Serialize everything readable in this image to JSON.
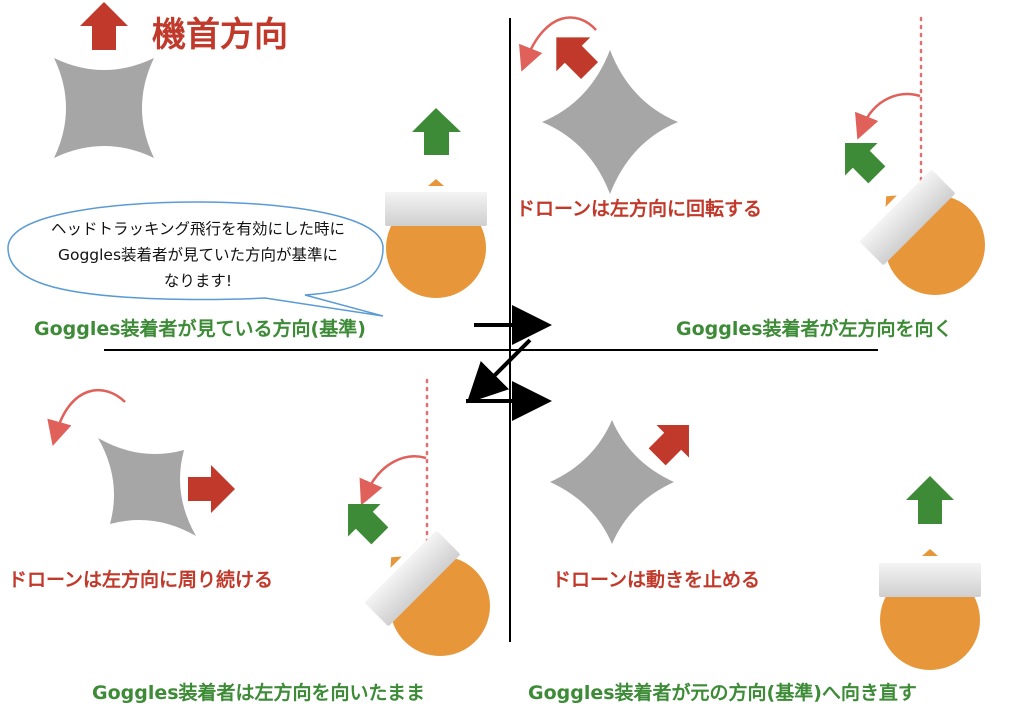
{
  "title": "機首方向",
  "bubble": {
    "lines": [
      "ヘッドトラッキング飛行を有効にした時に",
      "Goggles装着者が見ていた方向が基準に",
      "なります!"
    ]
  },
  "panels": {
    "top_left": {
      "caption": "Goggles装着者が見ている方向(基準)"
    },
    "top_right": {
      "drone_caption": "ドローンは左方向に回転する",
      "caption": "Goggles装着者が左方向を向く"
    },
    "bottom_left": {
      "drone_caption": "ドローンは左方向に周り続ける",
      "caption": "Goggles装着者は左方向を向いたまま"
    },
    "bottom_right": {
      "drone_caption": "ドローンは動きを止める",
      "caption": "Goggles装着者が元の方向(基準)へ向き直す"
    }
  },
  "colors": {
    "red_arrow": "#c0392b",
    "green_arrow": "#3d8b37",
    "drone_gray": "#a6a6a6",
    "head_orange": "#e8963a",
    "rotation_arc": "#e0605a",
    "dotted_line": "#e07070",
    "bubble_border": "#5b9bd5"
  }
}
